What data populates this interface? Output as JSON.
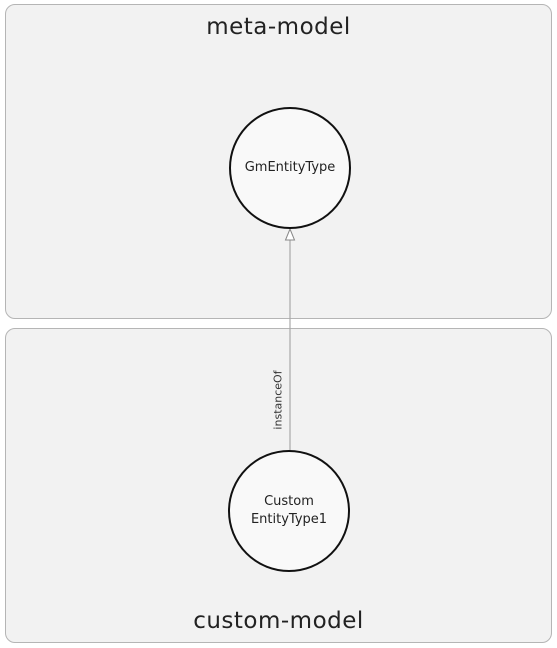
{
  "panels": {
    "meta": {
      "title": "meta-model"
    },
    "custom": {
      "title": "custom-model"
    }
  },
  "nodes": {
    "gm_entity_type": {
      "label": "GmEntityType"
    },
    "custom_entity_type": {
      "label": "Custom\nEntityType1"
    }
  },
  "edges": {
    "instance_of": {
      "label": "instanceOf"
    }
  },
  "colors": {
    "panel_fill": "#f2f2f2",
    "panel_border": "#b5b5b5",
    "node_border": "#111111",
    "edge_line": "#aaaaaa"
  }
}
